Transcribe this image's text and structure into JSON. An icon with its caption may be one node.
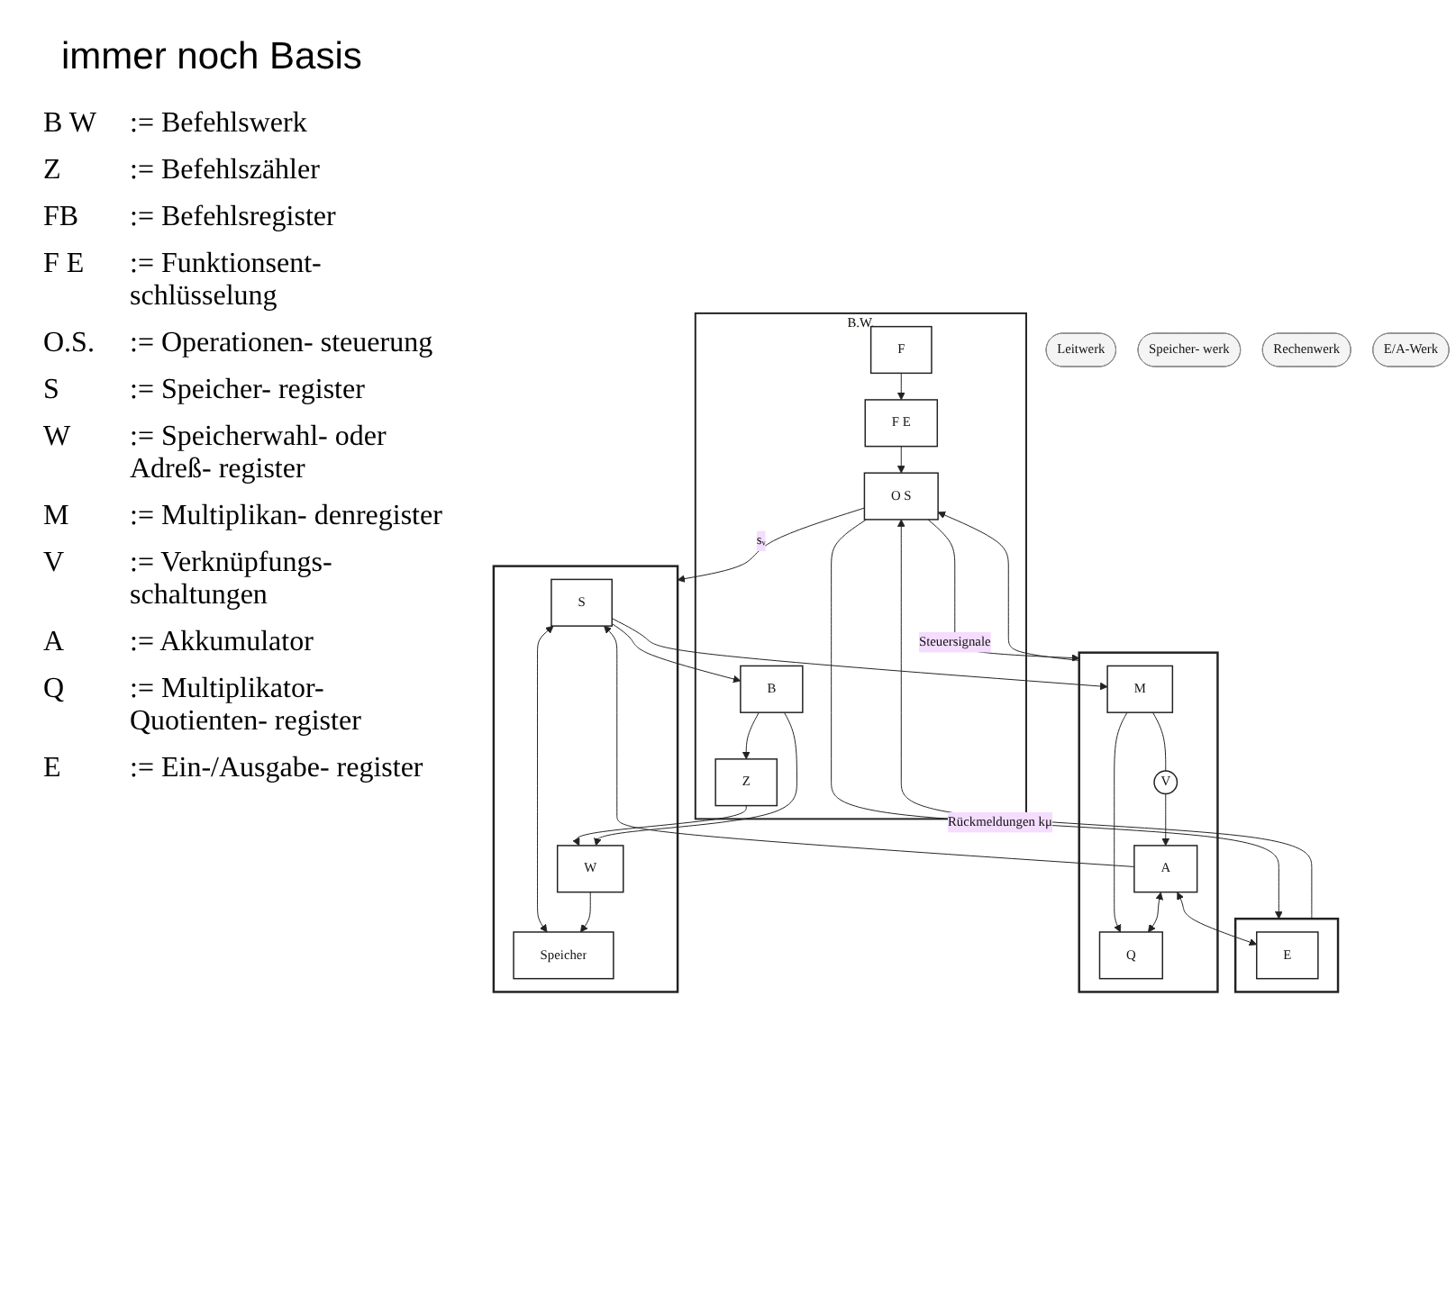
{
  "diagram": {
    "title": "immer noch Basis",
    "nodes": [
      {
        "text": [
          "B.W."
        ]
      },
      {
        "text": [
          "Z"
        ],
        "in": 0
      },
      {
        "text": [
          "F"
        ],
        "in": 0
      },
      {
        "text": [
          "B"
        ],
        "in": 0
      },
      {
        "text": [
          "F E"
        ],
        "in": 0
      },
      {
        "text": [
          "O S"
        ],
        "in": 0
      },
      {
        "text": [
          "Leitwerk"
        ]
      },
      {
        "text": [],
        "shape": "box"
      },
      {
        "text": [
          "S"
        ],
        "in": 7
      },
      {
        "text": [
          "W"
        ],
        "in": 7
      },
      {
        "text": [
          "Speicher"
        ],
        "in": 7
      },
      {
        "text": [
          "Speicher- werk"
        ]
      },
      {
        "text": [],
        "shape": "box"
      },
      {
        "text": [
          "M"
        ],
        "in": 12
      },
      {
        "text": [
          "V"
        ],
        "in": 12
      },
      {
        "text": [
          "A"
        ],
        "in": 12
      },
      {
        "text": [
          "Q"
        ],
        "in": 12
      },
      {
        "text": [
          "Rechenwerk"
        ]
      },
      {
        "text": [],
        "shape": "box"
      },
      {
        "text": [
          "E"
        ],
        "in": 18
      },
      {
        "text": [
          "E/A-Werk"
        ]
      }
    ],
    "edges": [
      {
        "from": 2,
        "to": 4,
        "arrow": "to"
      },
      {
        "from": 3,
        "to": 1,
        "arrow": "to"
      },
      {
        "from": 4,
        "to": 5,
        "arrow": "to"
      },
      {
        "from": 1,
        "to": 9,
        "arrow": "to"
      },
      {
        "from": 3,
        "to": 9,
        "arrow": "to"
      },
      {
        "from": 8,
        "to": 3,
        "arrow": "to"
      },
      {
        "from": 8,
        "to": 10,
        "arrow": "both"
      },
      {
        "from": 9,
        "to": 10,
        "arrow": "to"
      },
      {
        "from": 8,
        "to": 13,
        "arrow": "to"
      },
      {
        "from": 13,
        "to": 14,
        "arrow": "none"
      },
      {
        "from": 14,
        "to": 15,
        "arrow": "to"
      },
      {
        "from": 13,
        "to": 16,
        "arrow": "to"
      },
      {
        "from": 15,
        "to": 16,
        "arrow": "both"
      },
      {
        "from": 15,
        "to": 8,
        "arrow": "to"
      },
      {
        "from": 15,
        "to": 19,
        "arrow": "both"
      },
      {
        "from": 5,
        "to": 7,
        "label": "sᵥ",
        "arrow": "to"
      },
      {
        "from": 5,
        "to": 12,
        "label": "Steuersignale",
        "arrow": "to"
      },
      {
        "from": 5,
        "to": 18,
        "arrow": "to"
      },
      {
        "from": 18,
        "to": 5,
        "label": "Rückmeldungen kμ",
        "arrow": "to"
      },
      {
        "from": 12,
        "to": 5,
        "arrow": "to"
      }
    ],
    "labels": [
      "B W",
      ":= Befehlswerk",
      "Z",
      ":= Befehlszähler",
      "FB",
      ":= Befehlsregister",
      "F E",
      ":= Funktionsent- schlüsselung",
      "O.S.",
      ":= Operationen- steuerung",
      "S",
      ":= Speicher- register",
      "W",
      ":= Speicherwahl- oder Adreß- register",
      "M",
      ":= Multiplikan- denregister",
      "V",
      ":= Verknüpfungs- schaltungen",
      "A",
      ":= Akkumulator",
      "Q",
      ":= Multiplikator- Quotienten- register",
      "E",
      ":= Ein-/Ausgabe- register"
    ]
  }
}
